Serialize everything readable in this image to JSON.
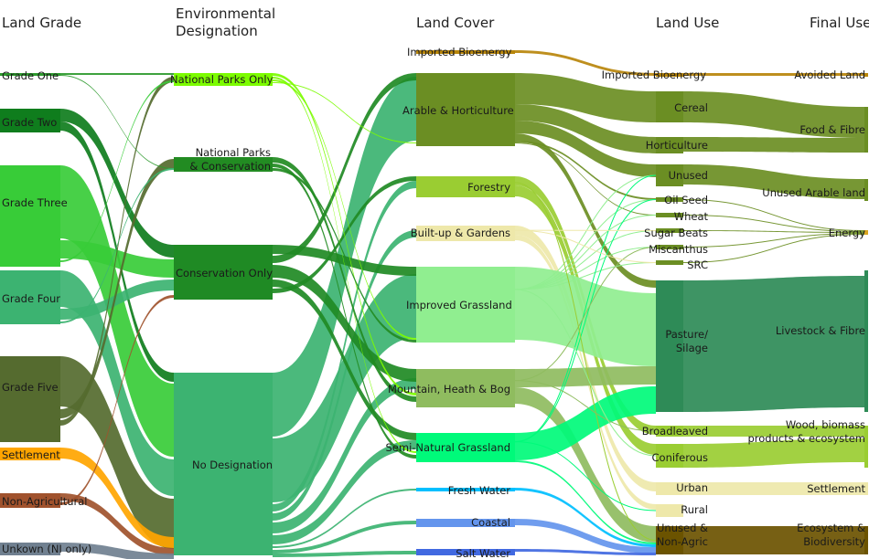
{
  "headers": {
    "land_grade": "Land Grade",
    "environmental_designation": "Environmental Designation",
    "land_cover": "Land Cover",
    "land_use": "Land Use",
    "final_use": "Final Use"
  },
  "nodes": {
    "grade_one": "Grade One",
    "grade_two": "Grade Two",
    "grade_three": "Grade Three",
    "grade_four": "Grade Four",
    "grade_five": "Grade Five",
    "settlement_grade": "Settlement",
    "non_agricultural": "Non-Agricultural",
    "unknown": "Unkown (NI only)",
    "national_parks_only": "National Parks Only",
    "national_parks_conservation": "National Parks & Conservation",
    "conservation_only": "Conservation Only",
    "no_designation": "No Designation",
    "imported_bioenergy_source": "Imported Bioenergy",
    "arable_horticulture": "Arable & Horticulture",
    "forestry": "Forestry",
    "built_up_gardens": "Built-up & Gardens",
    "improved_grassland": "Improved Grassland",
    "mountain_heath_bog": "Mountain, Heath & Bog",
    "semi_natural_grassland": "Semi-Natural Grassland",
    "fresh_water": "Fresh Water",
    "coastal": "Coastal",
    "salt_water": "Salt Water",
    "imported_bioenergy_use": "Imported Bioenergy",
    "cereal": "Cereal",
    "horticulture": "Horticulture",
    "unused": "Unused",
    "oil_seed": "Oil Seed",
    "wheat": "Wheat",
    "sugar_beats": "Sugar Beats",
    "miscanthus": "Miscanthus",
    "src": "SRC",
    "pasture_silage": "Pasture/ Silage",
    "broadleaved": "Broadleaved",
    "coniferous": "Coniferous",
    "urban": "Urban",
    "rural": "Rural",
    "unused_non_agric": "Unused & Non-Agric",
    "avoided_land": "Avoided Land",
    "food_fibre": "Food & Fibre",
    "unused_arable_land": "Unused Arable land",
    "energy": "Energy",
    "livestock_fibre": "Livestock & Fibre",
    "wood_biomass": "Wood, biomass products & ecosystem",
    "settlement_final": "Settlement",
    "ecosystem_biodiversity": "Ecosystem & Biodiversity"
  },
  "colors": {
    "grade_one": "#2e9a2e",
    "grade_two": "#0f7d1d",
    "grade_three": "#38cc38",
    "grade_four": "#3cb371",
    "grade_five": "#556b2f",
    "settlement": "#ffa500",
    "non_agricultural": "#a0522d",
    "unknown": "#708090",
    "national_parks_only": "#7cfc00",
    "national_parks_conservation": "#228b22",
    "conservation_only": "#1f8a24",
    "no_designation": "#3cb371",
    "imported_bioenergy": "#b8860b",
    "arable": "#6b8e23",
    "forestry": "#9acd32",
    "built_up": "#eee8aa",
    "improved_grassland": "#90ee90",
    "mountain": "#8fbc5f",
    "semi_natural": "#00fa7a",
    "fresh_water": "#00bfff",
    "coastal": "#6495ed",
    "salt_water": "#4169e1",
    "pasture": "#2e8b57",
    "unused_non_agric": "#6b5300",
    "energy_links": "#daa520"
  }
}
